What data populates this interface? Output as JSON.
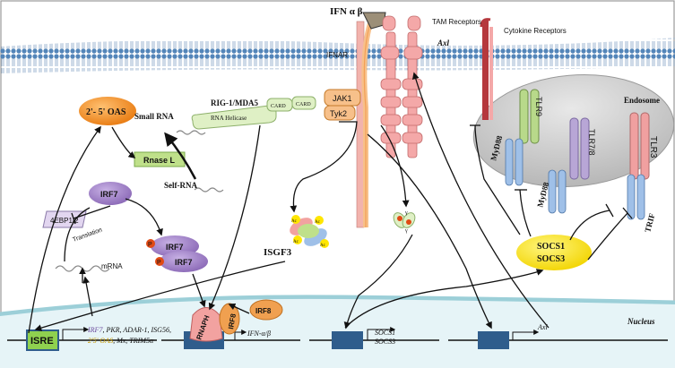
{
  "labels": {
    "ifn_ab": "IFN α β",
    "tam_receptors": "TAM Receptors",
    "axl_receptor": "Axl",
    "cytokine_receptors": "Cytokine Receptors",
    "ifnar": "IFNAR",
    "jak1": "JAK1",
    "tyk2": "Tyk2",
    "oas": "2'- 5' OAS",
    "rig1_mda5": "RIG-1/MDA5",
    "rna_helicase": "RNA Helicase",
    "card": "CARD",
    "small_rna": "Small RNA",
    "rnase_l": "Rnase L",
    "self_rna": "Self-RNA",
    "endosome": "Endosome",
    "tlr9": "TLR9",
    "tlr78": "TLR7/8",
    "tlr3": "TLR3",
    "myd88": "MyD88",
    "trif": "TRIF",
    "irf7": "IRF7",
    "ebp": "4EBP1/2",
    "translation": "Translation",
    "mrna": "mRNA",
    "p": "P",
    "isgf3": "ISGF3",
    "ac": "Ac",
    "gamma": "γ",
    "socs1": "SOCS1",
    "socs3": "SOCS3",
    "irf8": "IRF8",
    "rnaph": "RNAPH",
    "nucleus": "Nucleus",
    "isre": "ISRE",
    "isg_line1_irf7": "IRF7",
    "isg_line1_rest": ", PKR, ADAR-1, ISG56,",
    "isg_line2_oas": "2'5' OAS",
    "isg_line2_rest": ", Mx, TRIM5α",
    "ifn_gene": "IFN-α/β",
    "socs1_gene": "SOCS1",
    "socs3_gene": "SOCS3",
    "axl_gene": "Axl"
  },
  "colors": {
    "membrane_head": "#4a7fb5",
    "nucleus_membrane": "#9ccfd8",
    "oas_fill": "#f28c1e",
    "rnase_fill": "#bfe08a",
    "irf7_fill": "#9b7cc2",
    "socs_fill": "#ffe600",
    "phospho": "#e04a14",
    "irf8_fill": "#f0a050",
    "rnaph_fill": "#f2a2a0",
    "gene_box": "#2f5d8c",
    "isre_fill": "#8fd14f",
    "endosome_fill": "#c8c8c8",
    "tlr9_fill": "#b8d98a",
    "tlr78_fill": "#b8a6d6",
    "tlr3_fill": "#f0a0a0",
    "receptor_blue": "#9fc0e8",
    "cytokine_fill": "#b5383d",
    "tam_fill": "#f4a8a8",
    "jak_fill": "#f7c08a",
    "oas_gene_color": "#c79a00",
    "irf7_gene_color": "#6a4a9c"
  }
}
